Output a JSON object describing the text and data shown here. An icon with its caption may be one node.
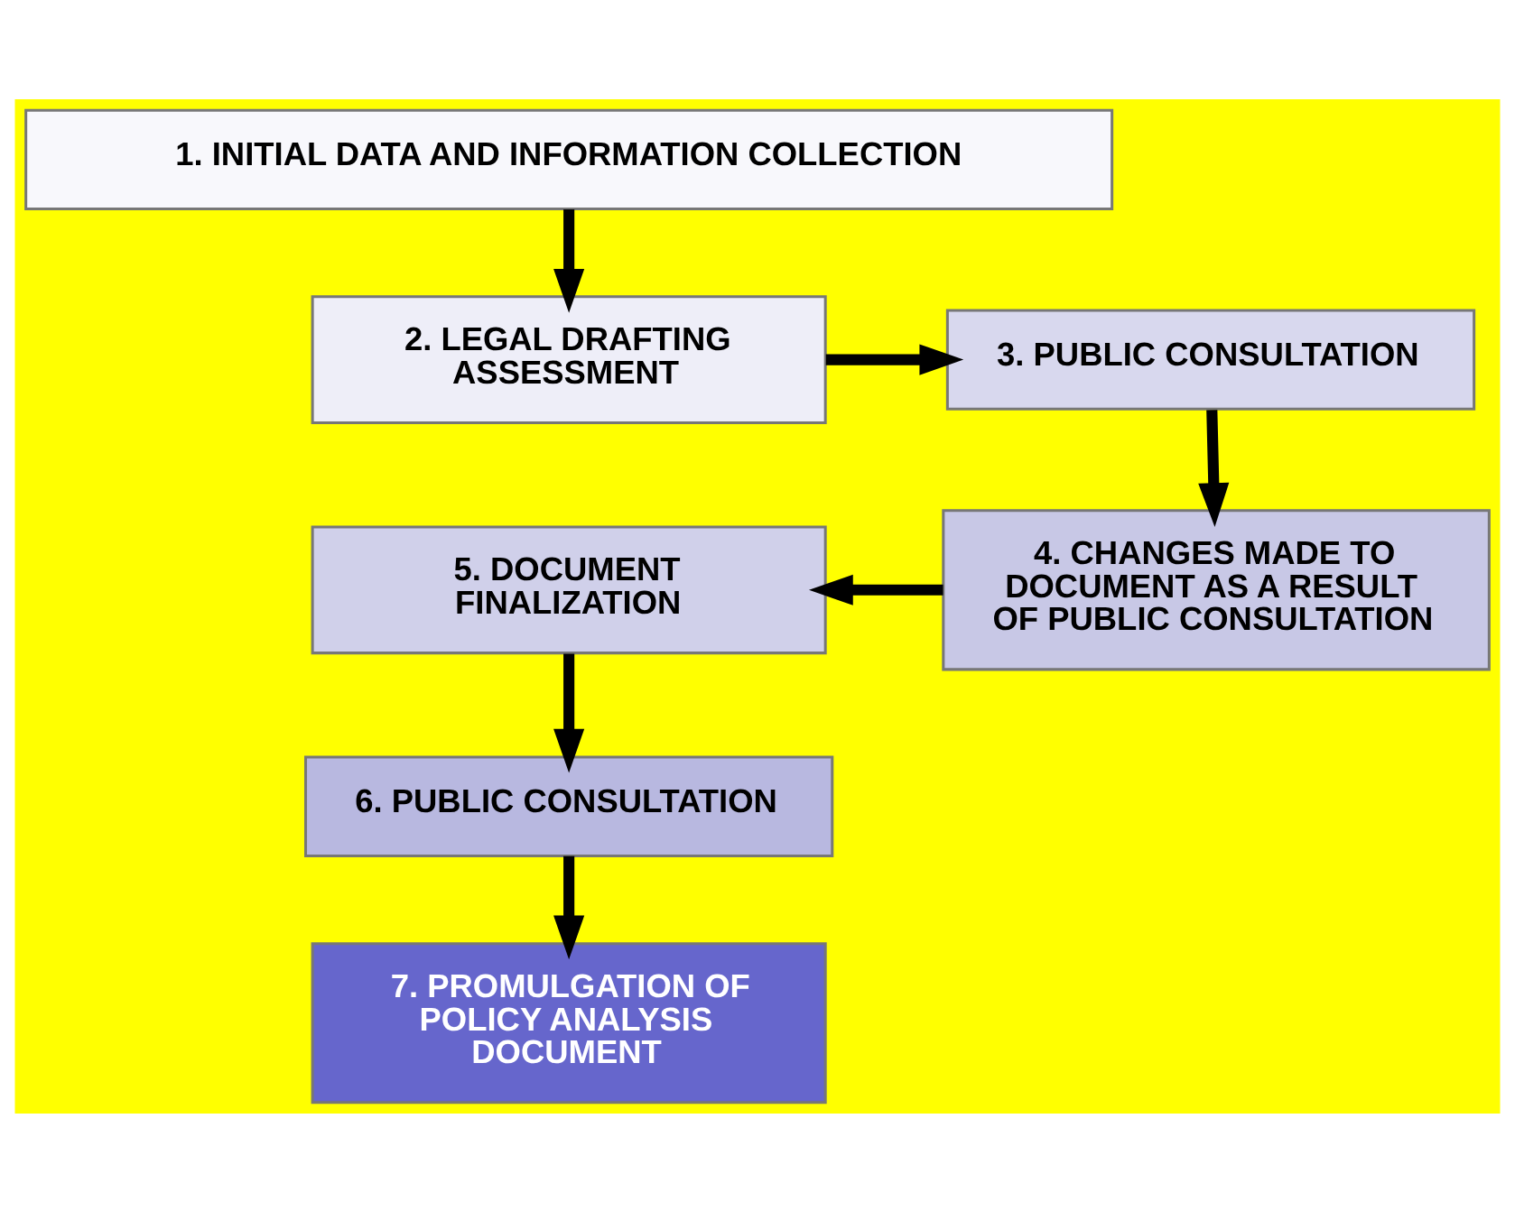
{
  "diagram": {
    "nodes": [
      {
        "text": [
          "1. INITIAL DATA AND INFORMATION COLLECTION"
        ]
      },
      {
        "text": [
          "2. LEGAL DRAFTING ASSESSMENT"
        ]
      },
      {
        "text": [
          "3. PUBLIC CONSULTATION"
        ]
      },
      {
        "text": [
          "4. CHANGES MADE TO DOCUMENT AS A RESULT OF PUBLIC CONSULTATION"
        ]
      },
      {
        "text": [
          "5. DOCUMENT FINALIZATION"
        ]
      },
      {
        "text": [
          "6. PUBLIC CONSULTATION"
        ]
      },
      {
        "text": [
          "7. PROMULGATION OF POLICY ANALYSIS DOCUMENT"
        ]
      }
    ],
    "edges": [
      {
        "from": 0,
        "to": 1,
        "arrow": "to"
      },
      {
        "from": 1,
        "to": 2,
        "arrow": "to"
      },
      {
        "from": 2,
        "to": 3,
        "arrow": "to"
      },
      {
        "from": 3,
        "to": 4,
        "arrow": "to"
      },
      {
        "from": 4,
        "to": 5,
        "arrow": "to"
      },
      {
        "from": 5,
        "to": 6,
        "arrow": "to"
      }
    ]
  }
}
